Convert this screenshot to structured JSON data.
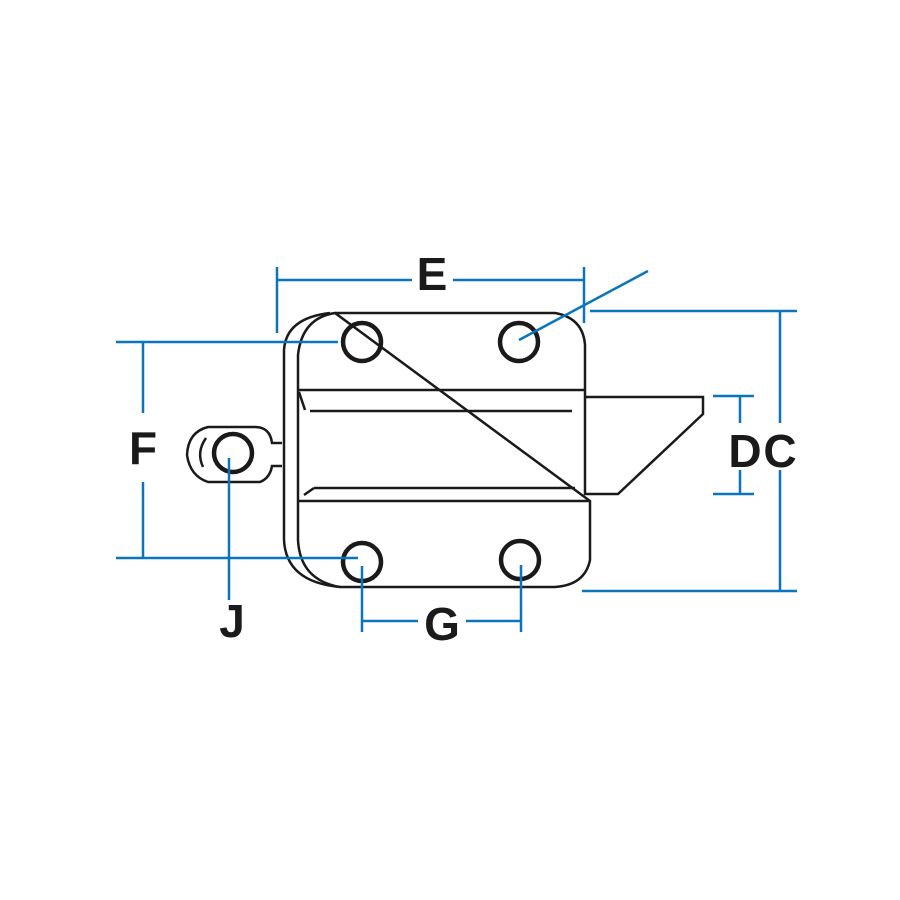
{
  "diagram": {
    "labels": {
      "E": "E",
      "F": "F",
      "J": "J",
      "G": "G",
      "D": "D",
      "C": "C"
    },
    "colors": {
      "dimension": "#0a75bc",
      "outline": "#1a1a1a"
    }
  }
}
